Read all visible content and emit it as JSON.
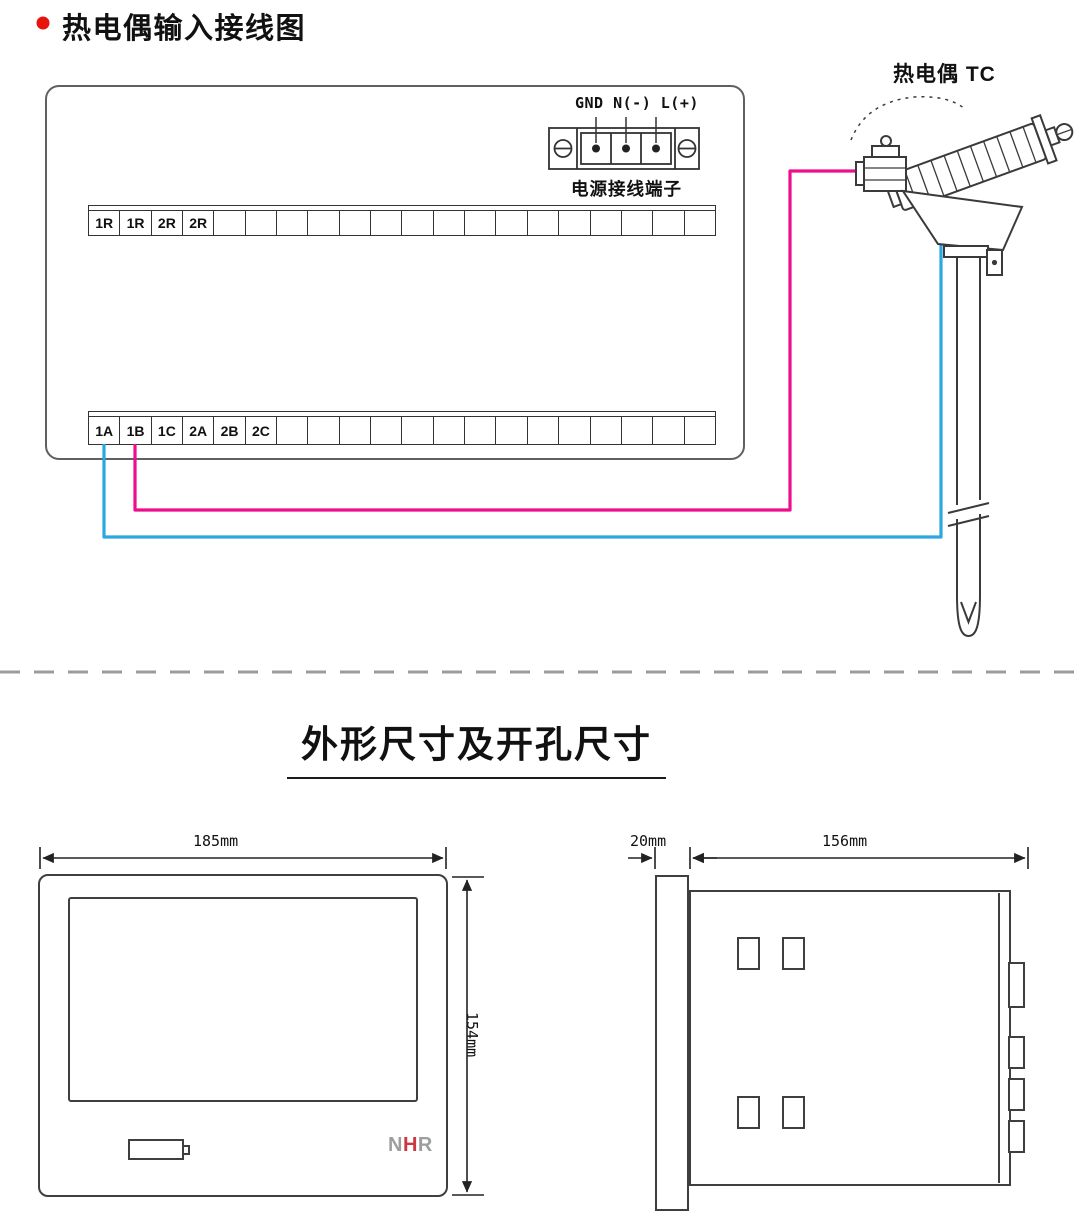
{
  "header": {
    "bullet_color": "#e8140c",
    "title": "热电偶输入接线图"
  },
  "wiring": {
    "power_terminal": {
      "pin_labels": "GND N(-) L(+)",
      "caption": "电源接线端子"
    },
    "relay_strip": [
      "1R",
      "1R",
      "2R",
      "2R",
      "",
      "",
      "",
      "",
      "",
      "",
      "",
      "",
      "",
      "",
      "",
      "",
      "",
      "",
      "",
      ""
    ],
    "input_strip": [
      "1A",
      "1B",
      "1C",
      "2A",
      "2B",
      "2C",
      "",
      "",
      "",
      "",
      "",
      "",
      "",
      "",
      "",
      "",
      "",
      "",
      "",
      ""
    ],
    "thermocouple_label": "热电偶 TC",
    "wire_colors": {
      "positive": "#ec0e8c",
      "negative": "#2aa8e0"
    }
  },
  "dimensions": {
    "section_title": "外形尺寸及开孔尺寸",
    "front_view": {
      "width": "185mm",
      "height": "154mm",
      "brand": {
        "n": "N",
        "h": "H",
        "r": "R"
      },
      "brand_colors": {
        "gray": "#9e9ea0",
        "red": "#cd3740"
      }
    },
    "side_view": {
      "bezel": "20mm",
      "depth": "156mm"
    }
  }
}
